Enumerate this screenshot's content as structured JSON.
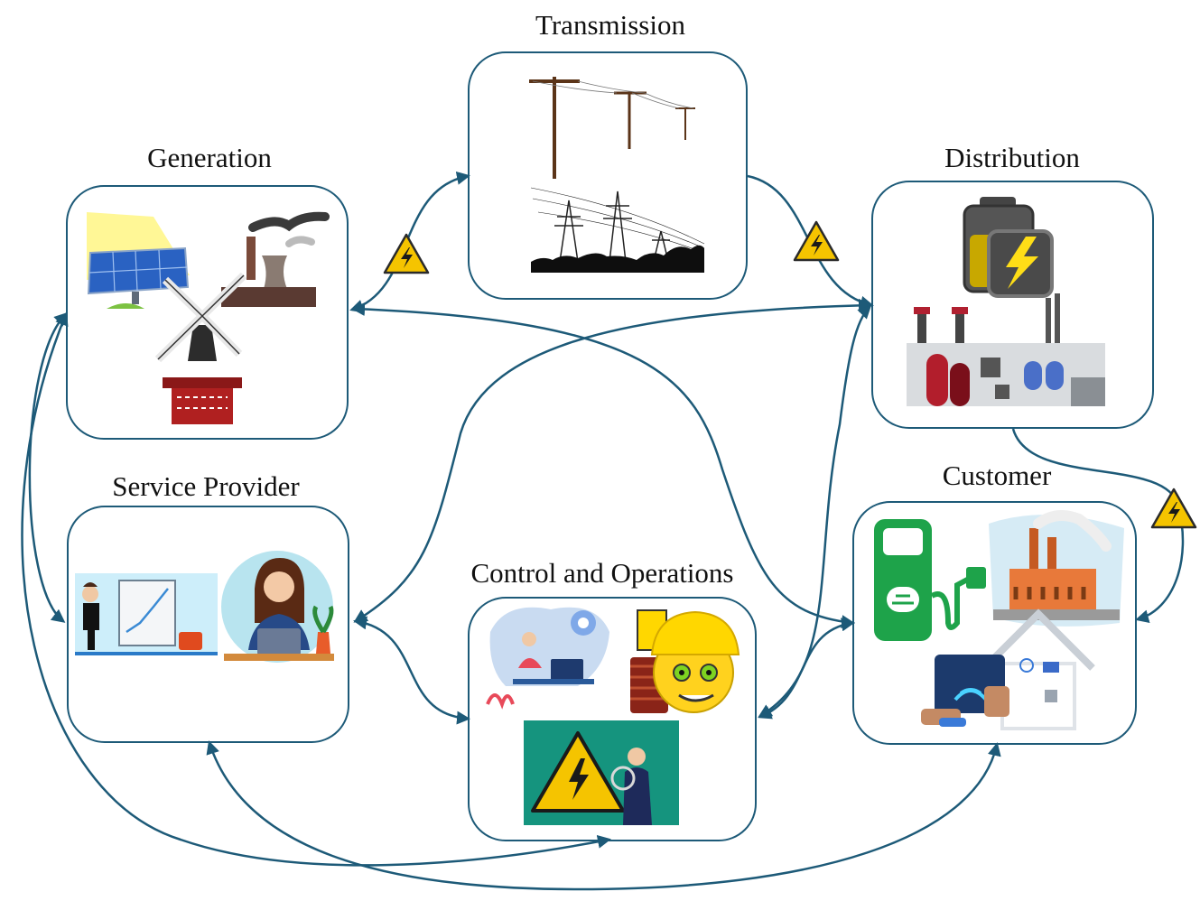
{
  "nodes": {
    "transmission": {
      "title": "Transmission"
    },
    "generation": {
      "title": "Generation"
    },
    "distribution": {
      "title": "Distribution"
    },
    "service_provider": {
      "title": "Service Provider"
    },
    "control_operations": {
      "title": "Control and Operations"
    },
    "customer": {
      "title": "Customer"
    }
  },
  "colors": {
    "arrow": "#1d5a78",
    "box_border": "#1d5a78",
    "warning_yellow": "#f5c400",
    "illustration_teal": "#15947e",
    "charger_green": "#1ea34a"
  },
  "icons": {
    "transmission": [
      "utility-pole-icon",
      "power-pylon-icon"
    ],
    "generation": [
      "solar-panel-icon",
      "power-plant-icon",
      "windmill-icon"
    ],
    "distribution": [
      "battery-icon",
      "industrial-plant-icon"
    ],
    "service_provider": [
      "presenter-icon",
      "office-worker-icon"
    ],
    "control_operations": [
      "operator-desk-icon",
      "hard-hat-emoji-icon",
      "electrician-warning-icon"
    ],
    "customer": [
      "ev-charger-icon",
      "factory-icon",
      "smart-home-icon"
    ],
    "connectors": [
      "high-voltage-warning-icon"
    ]
  }
}
